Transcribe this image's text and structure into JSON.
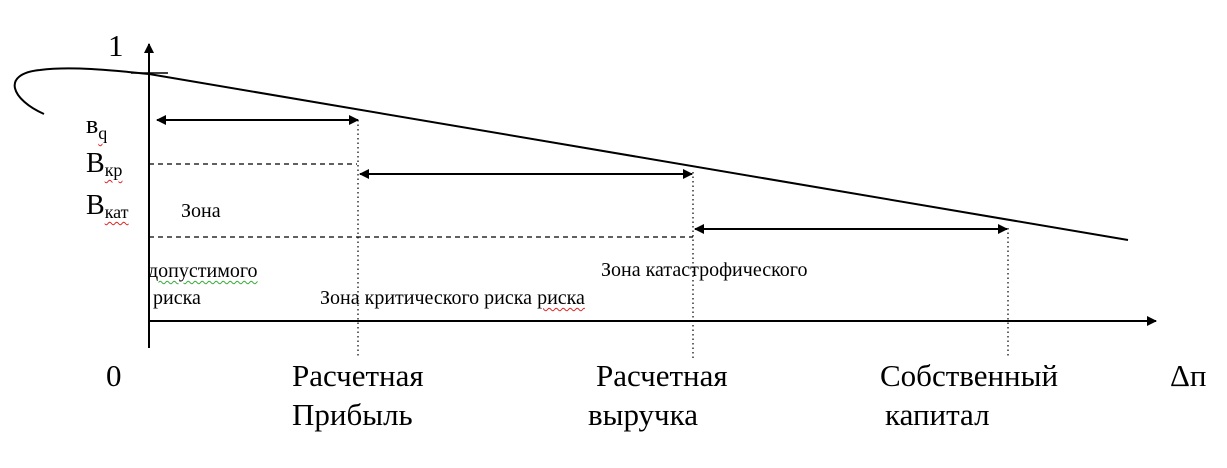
{
  "axis": {
    "y_top": "1",
    "origin": "0",
    "x_label": "Δп"
  },
  "y_levels": {
    "vq_main": "в",
    "vq_sub": "q",
    "vkr_main": "В",
    "vkr_sub": "кр",
    "vkat_main": "В",
    "vkat_sub": "кат"
  },
  "zones": {
    "acceptable_line1": "Зона",
    "acceptable_line2": "допустимого",
    "acceptable_line3": "риска",
    "critical": "Зона критического риска",
    "critical_tail": "риска",
    "catastrophic": "Зона катастрофического"
  },
  "x_marks": {
    "profit_line1": "Расчетная",
    "profit_line2": "Прибыль",
    "revenue_line1": "Расчетная",
    "revenue_line2": "выручка",
    "capital_line1": "Собственный",
    "capital_line2": "капитал"
  },
  "colors": {
    "ink": "#000000",
    "spell_red": "#dd2222",
    "spell_green": "#33aa33"
  }
}
